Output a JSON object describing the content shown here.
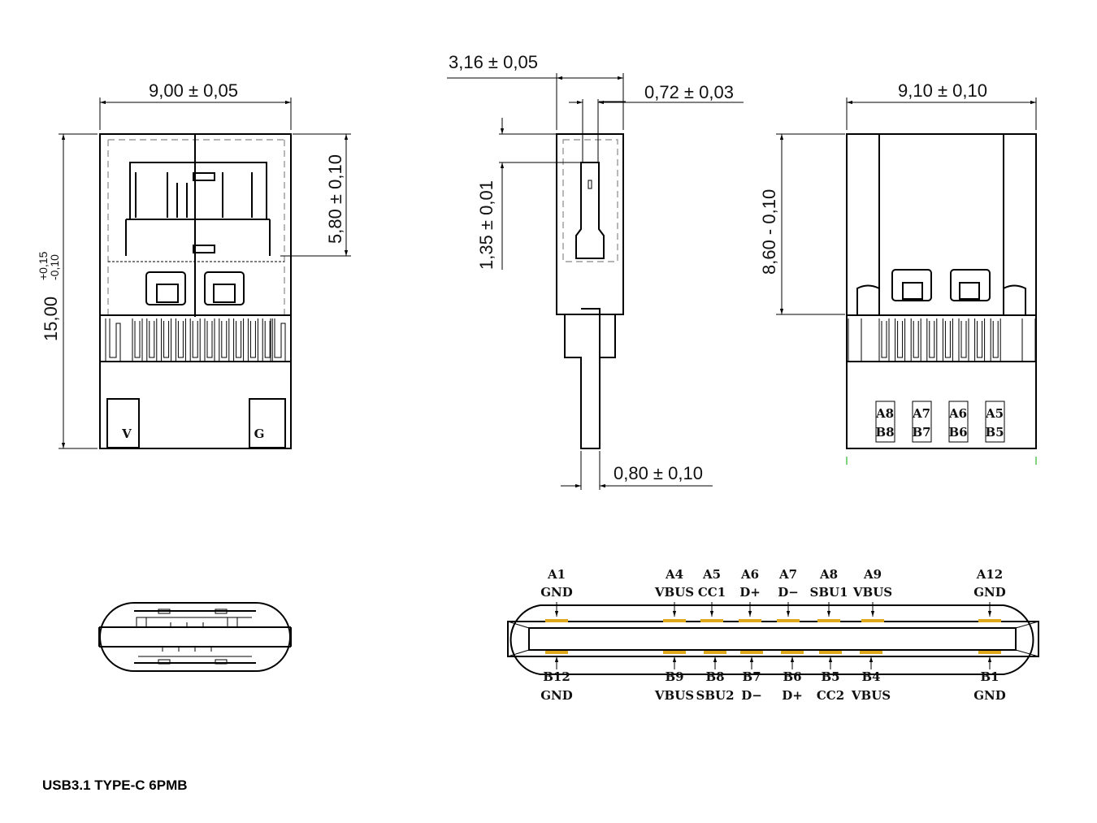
{
  "dimensions": {
    "front_width": "9,00 ± 0,05",
    "front_height": "15,00",
    "front_height_tol_plus": "+0,15",
    "front_height_tol_minus": "-0,10",
    "front_inner_height": "5,80 ± 0,10",
    "side_thickness": "3,16 ± 0,05",
    "side_tongue": "0,72 ± 0,03",
    "side_offset": "1,35 ± 0,01",
    "side_pcb": "0,80 ± 0,10",
    "back_width": "9,10 ± 0,10",
    "back_height": "8,60 - 0,10"
  },
  "front_pads": {
    "v": "V",
    "g": "G"
  },
  "back_labels": [
    {
      "top": "A8",
      "bottom": "B8"
    },
    {
      "top": "A7",
      "bottom": "B7"
    },
    {
      "top": "A6",
      "bottom": "B6"
    },
    {
      "top": "A5",
      "bottom": "B5"
    }
  ],
  "pins_top": [
    {
      "id": "A1",
      "signal": "GND"
    },
    {
      "id": "A4",
      "signal": "VBUS"
    },
    {
      "id": "A5",
      "signal": "CC1"
    },
    {
      "id": "A6",
      "signal": "D+"
    },
    {
      "id": "A7",
      "signal": "D−"
    },
    {
      "id": "A8",
      "signal": "SBU1"
    },
    {
      "id": "A9",
      "signal": "VBUS"
    },
    {
      "id": "A12",
      "signal": "GND"
    }
  ],
  "pins_bottom": [
    {
      "id": "B12",
      "signal": "GND"
    },
    {
      "id": "B9",
      "signal": "VBUS"
    },
    {
      "id": "B8",
      "signal": "SBU2"
    },
    {
      "id": "B7",
      "signal": "D−"
    },
    {
      "id": "B6",
      "signal": "D+"
    },
    {
      "id": "B5",
      "signal": "CC2"
    },
    {
      "id": "B4",
      "signal": "VBUS"
    },
    {
      "id": "B1",
      "signal": "GND"
    }
  ],
  "title": "USB3.1 TYPE-C 6PMB",
  "colors": {
    "contact": "#e0a91b"
  }
}
